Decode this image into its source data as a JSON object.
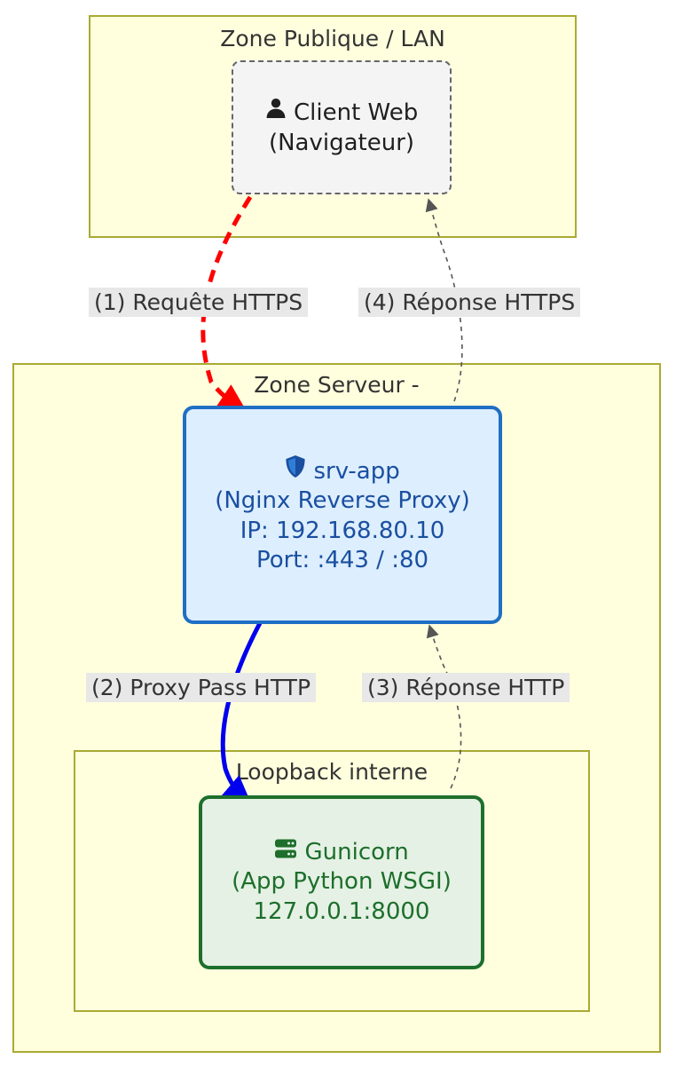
{
  "diagram": {
    "title_hidden": "Architecture Nginx reverse proxy / Gunicorn",
    "colors": {
      "zone_fill": "#ffffde",
      "zone_border": "#aaaa33",
      "client_fill": "#f4f4f4",
      "client_border": "#666666",
      "proxy_fill": "#ddeeff",
      "proxy_border": "#1f6fc4",
      "proxy_text": "#1a4fa0",
      "app_fill": "#e5f1e5",
      "app_border": "#1d6f2b",
      "app_text": "#1d6f2b",
      "label_bg": "#e8e8e8",
      "edge_request": "#ff0000",
      "edge_proxypass": "#0000ee",
      "edge_response": "#555555"
    },
    "zones": [
      {
        "id": "zone-publique",
        "label": "Zone Publique / LAN"
      },
      {
        "id": "zone-serveur",
        "label": "Zone Serveur -"
      },
      {
        "id": "zone-loopback",
        "label": "Loopback interne"
      }
    ],
    "nodes": [
      {
        "id": "client",
        "icon": "user-icon",
        "lines": [
          "Client Web",
          "(Navigateur)"
        ],
        "title_line": "Client Web",
        "sub_line": "(Navigateur)"
      },
      {
        "id": "srv-app",
        "icon": "shield-icon",
        "title_line": "srv-app",
        "lines": [
          "(Nginx Reverse Proxy)",
          "IP: 192.168.80.10",
          "Port: :443 / :80"
        ],
        "line1": "(Nginx Reverse Proxy)",
        "line2": "IP: 192.168.80.10",
        "line3": "Port: :443 / :80"
      },
      {
        "id": "gunicorn",
        "icon": "server-icon",
        "title_line": "Gunicorn",
        "lines": [
          "(App Python WSGI)",
          "127.0.0.1:8000"
        ],
        "line1": "(App Python WSGI)",
        "line2": "127.0.0.1:8000"
      }
    ],
    "edges": [
      {
        "id": "edge-1",
        "label": "(1) Requête HTTPS",
        "style": "thick-dashed",
        "color": "#ff0000",
        "from": "client",
        "to": "srv-app"
      },
      {
        "id": "edge-4",
        "label": "(4) Réponse HTTPS",
        "style": "thin-dotted",
        "color": "#555555",
        "from": "srv-app",
        "to": "client"
      },
      {
        "id": "edge-2",
        "label": "(2) Proxy Pass HTTP",
        "style": "thick-solid",
        "color": "#0000ee",
        "from": "srv-app",
        "to": "gunicorn"
      },
      {
        "id": "edge-3",
        "label": "(3) Réponse HTTP",
        "style": "thin-dotted",
        "color": "#555555",
        "from": "gunicorn",
        "to": "srv-app"
      }
    ]
  }
}
